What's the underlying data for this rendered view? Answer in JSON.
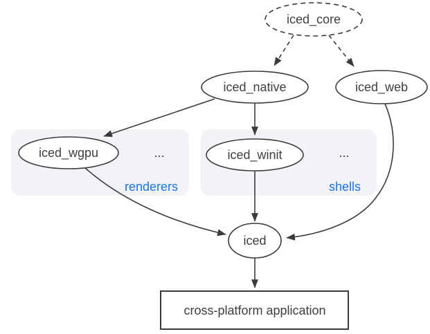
{
  "colors": {
    "stroke": "#3b3b3b",
    "node_fill": "#ffffff",
    "text": "#3f3f3f",
    "cluster_fill": "#f1f3f6",
    "cluster_label": "#1a73e8",
    "background": "#ffffff"
  },
  "nodes": {
    "iced_core": {
      "label": "iced_core",
      "shape": "ellipse",
      "border": "dashed"
    },
    "iced_native": {
      "label": "iced_native",
      "shape": "ellipse",
      "border": "solid"
    },
    "iced_web": {
      "label": "iced_web",
      "shape": "ellipse",
      "border": "solid"
    },
    "iced_wgpu": {
      "label": "iced_wgpu",
      "shape": "ellipse",
      "border": "solid"
    },
    "iced_winit": {
      "label": "iced_winit",
      "shape": "ellipse",
      "border": "solid"
    },
    "iced": {
      "label": "iced",
      "shape": "ellipse",
      "border": "solid"
    },
    "app": {
      "label": "cross-platform application",
      "shape": "rect",
      "border": "solid"
    }
  },
  "clusters": {
    "renderers": {
      "label": "renderers",
      "ellipsis": "..."
    },
    "shells": {
      "label": "shells",
      "ellipsis": "..."
    }
  },
  "edges": [
    {
      "from": "iced_core",
      "to": "iced_native",
      "style": "dashed"
    },
    {
      "from": "iced_core",
      "to": "iced_web",
      "style": "dashed"
    },
    {
      "from": "iced_native",
      "to": "iced_wgpu",
      "style": "solid"
    },
    {
      "from": "iced_native",
      "to": "iced_winit",
      "style": "solid"
    },
    {
      "from": "iced_wgpu",
      "to": "iced",
      "style": "solid"
    },
    {
      "from": "iced_winit",
      "to": "iced",
      "style": "solid"
    },
    {
      "from": "iced_web",
      "to": "iced",
      "style": "solid"
    },
    {
      "from": "iced",
      "to": "app",
      "style": "solid"
    }
  ]
}
